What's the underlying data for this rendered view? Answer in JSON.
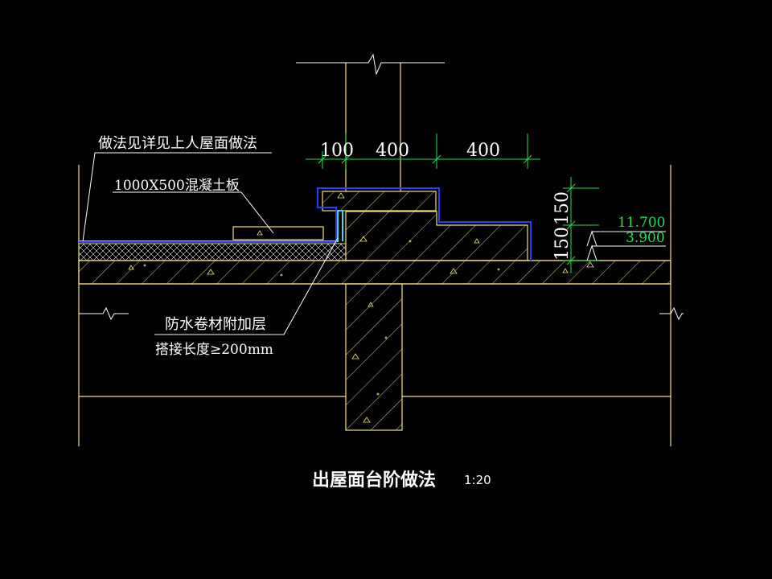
{
  "drawing": {
    "title": "出屋面台阶做法",
    "scale": "1:20",
    "colors": {
      "background": "#000000",
      "structure_outline": "#f2e07a",
      "annotation_lines": "#ffffff",
      "dimension_lines": "#22e04a",
      "waterproof_membrane": "#2a3cff",
      "waterproof_layer": "#38e0e8"
    },
    "labels": {
      "roof_method_note": "做法见详见上人屋面做法",
      "slab_note": "1000X500混凝土板",
      "waterproof_note_line1": "防水卷材附加层",
      "waterproof_note_line2": "搭接长度≥200mm"
    },
    "dimensions": {
      "horizontal": [
        "100",
        "400",
        "400"
      ],
      "vertical": [
        "150",
        "150"
      ]
    },
    "elevations": {
      "upper": "11.700",
      "lower": "3.900"
    }
  }
}
